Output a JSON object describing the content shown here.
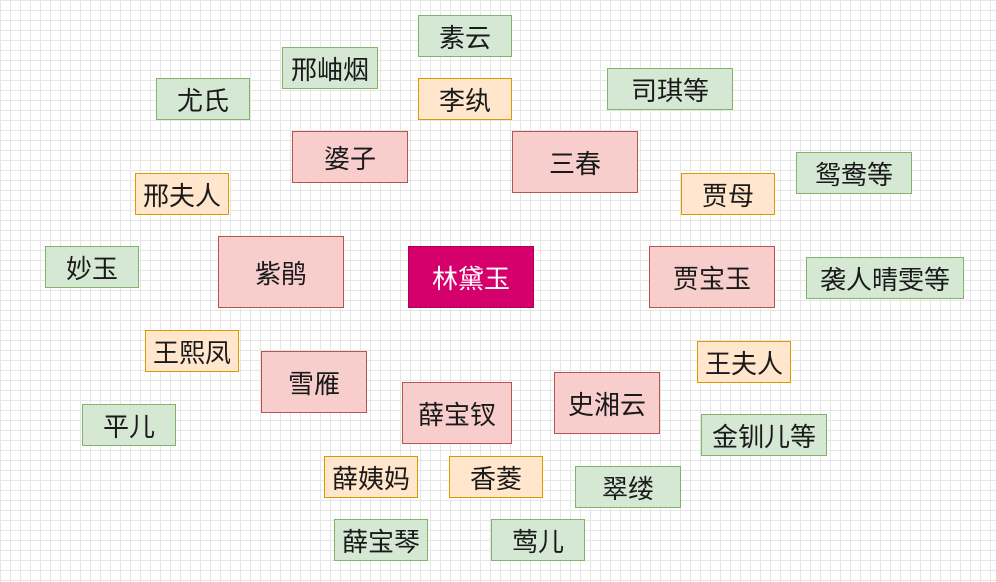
{
  "center": "林黛玉",
  "core": [
    "婆子",
    "三春",
    "紫鹃",
    "贾宝玉",
    "雪雁",
    "薛宝钗",
    "史湘云"
  ],
  "elders": [
    "李纨",
    "邢夫人",
    "贾母",
    "王熙凤",
    "王夫人",
    "薛姨妈",
    "香菱"
  ],
  "others": [
    "素云",
    "邢岫烟",
    "尤氏",
    "司琪等",
    "鸳鸯等",
    "妙玉",
    "袭人晴雯等",
    "平儿",
    "金钏儿等",
    "翠缕",
    "薛宝琴",
    "莺儿"
  ]
}
